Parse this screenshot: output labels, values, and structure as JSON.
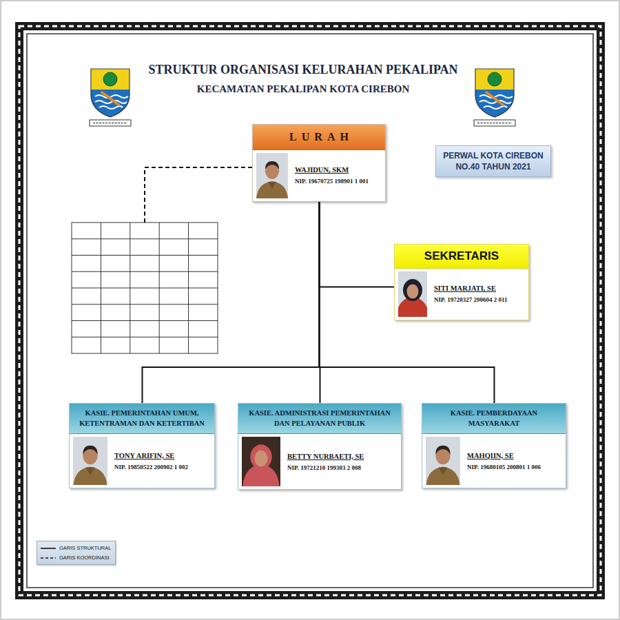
{
  "diagram": {
    "title": "STRUKTUR ORGANISASI KELURAHAN PEKALIPAN",
    "nodes": [
      {
        "text": [
          "LURAH",
          "WAJIDUN, SKM",
          "NIP. 19670725 198901 1 001"
        ]
      },
      {
        "text": [
          "PERWAL KOTA CIREBON NO.40 TAHUN 2021"
        ]
      },
      {
        "text": [
          "SEKRETARIS",
          "SITI MARJATI, SE",
          "NIP. 19720327 200604 2 011"
        ]
      },
      {
        "text": [
          "KASIE. PEMERINTAHAN UMUM, KETENTRAMAN DAN KETERTIBAN",
          "TONY ARIFIN, SE",
          "NIP. 19850522 200902 1 002"
        ]
      },
      {
        "text": [
          "KASIE. ADMINISTRASI PEMERINTAHAN DAN PELAYANAN PUBLIK",
          "BETTY NURBAETI, SE",
          "NIP. 19721210 199303 2 008"
        ]
      },
      {
        "text": [
          "KASIE. PEMBERDAYAAN MASYARAKAT",
          "MAHQIIN, SE",
          "NIP. 19680105 200801 1 006"
        ]
      }
    ],
    "edges": [
      {
        "from": 0,
        "to": 2,
        "arrow": "none"
      },
      {
        "from": 0,
        "to": 3,
        "arrow": "none"
      },
      {
        "from": 0,
        "to": 4,
        "arrow": "none"
      },
      {
        "from": 0,
        "to": 5,
        "arrow": "none"
      }
    ],
    "labels": [
      "KECAMATAN PEKALIPAN KOTA CIREBON"
    ],
    "legend": [
      {
        "text": "GARIS STRUKTURAL"
      },
      {
        "text": "GARIS KOORDINASI"
      }
    ]
  }
}
